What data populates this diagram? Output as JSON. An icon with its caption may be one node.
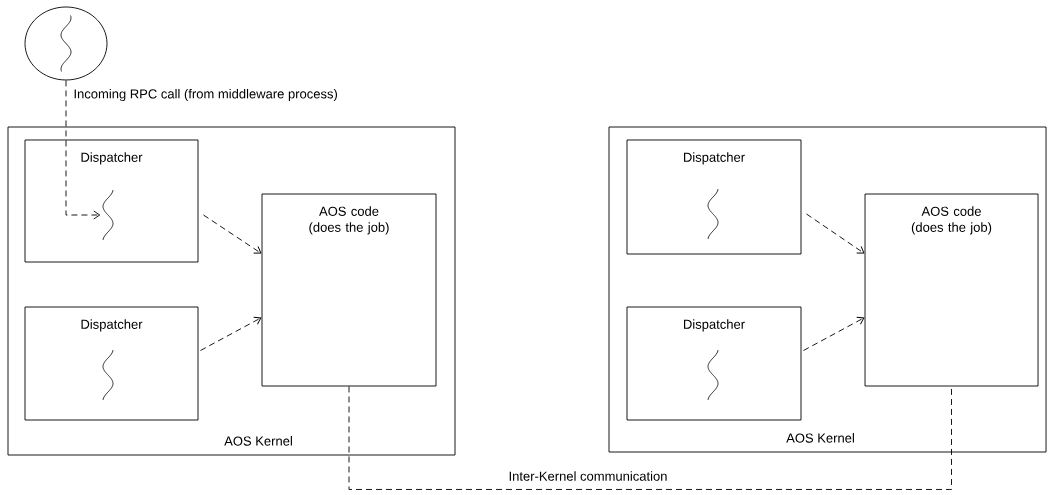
{
  "diagram": {
    "nodes": [
      {
        "text": [],
        "shape": "circle"
      },
      {
        "text": [
          "AOS Kernel"
        ]
      },
      {
        "text": [
          "Dispatcher"
        ],
        "in": 1
      },
      {
        "text": [],
        "shape": "picture",
        "in": 2
      },
      {
        "text": [
          "AOS code (does the job)"
        ],
        "in": 1
      },
      {
        "text": [
          "Dispatcher"
        ],
        "in": 1
      },
      {
        "text": [
          "AOS Kernel"
        ]
      },
      {
        "text": [
          "Dispatcher"
        ],
        "in": 6
      },
      {
        "text": [
          "AOS code (does the job)"
        ],
        "in": 6
      },
      {
        "text": [
          "Dispatcher"
        ],
        "in": 6
      }
    ],
    "edges": [
      {
        "from": 0,
        "to": 3,
        "arrow": "to",
        "style": "dashed",
        "label": "Incoming RPC call (from middleware process)"
      },
      {
        "from": 2,
        "to": 4,
        "arrow": "to",
        "style": "dashed"
      },
      {
        "from": 5,
        "to": 4,
        "arrow": "to",
        "style": "dashed"
      },
      {
        "from": 7,
        "to": 8,
        "arrow": "to",
        "style": "dashed"
      },
      {
        "from": 9,
        "to": 8,
        "arrow": "to",
        "style": "dashed"
      },
      {
        "from": 4,
        "to": 8,
        "arrow": "none",
        "style": "dashed",
        "label": "Inter-Kernel communication"
      }
    ]
  }
}
